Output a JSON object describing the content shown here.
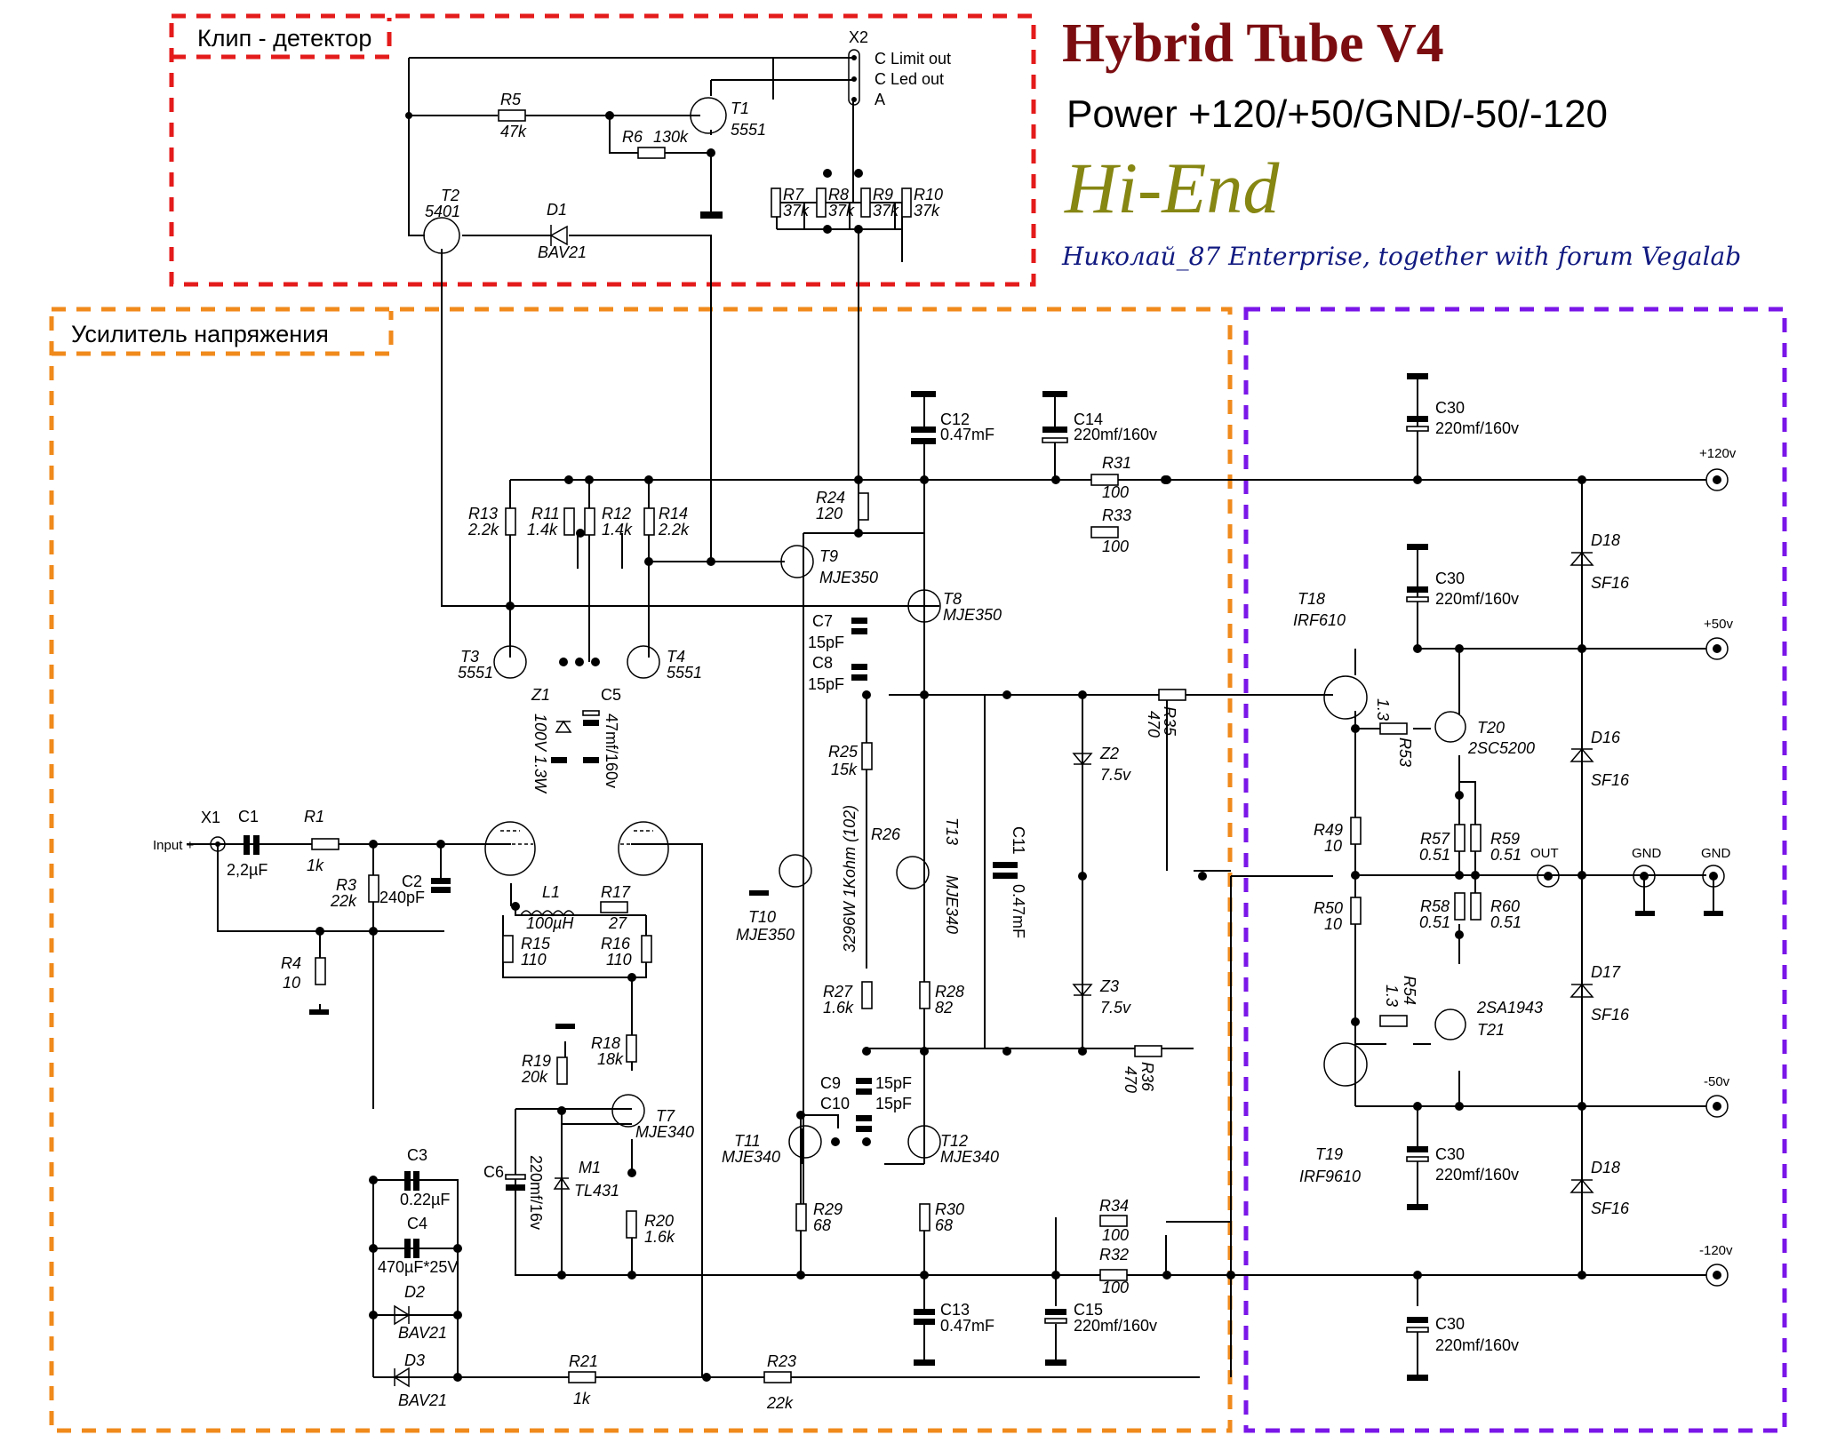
{
  "header": {
    "title": "Hybrid Tube  V4",
    "power": "Power +120/+50/GND/-50/-120",
    "tagline": "Hi-End",
    "credit": "Николай_87 Enterprise, together with forum Vegalab"
  },
  "colors": {
    "clip_box": "#e41b1b",
    "vas_box": "#f08a1c",
    "output_box": "#7a16e8",
    "title": "#7b0c10",
    "tagline": "#868613",
    "credit": "#111a80"
  },
  "sections": {
    "clip_detector": "Клип - детектор",
    "voltage_amp": "Усилитель напряжения"
  },
  "connectors": {
    "x2": {
      "ref": "X2",
      "pins": [
        "C  Limit out",
        "C  Led out",
        "A"
      ]
    },
    "x1": {
      "ref": "X1",
      "label": "Input +"
    },
    "out": "OUT",
    "gnd1": "GND",
    "gnd2": "GND",
    "p120": "+120v",
    "p50": "+50v",
    "n50": "-50v",
    "n120": "-120v"
  },
  "components": {
    "R5": {
      "ref": "R5",
      "val": "47k"
    },
    "R6": {
      "ref": "R6",
      "val": "130k"
    },
    "T1": {
      "ref": "T1",
      "val": "5551"
    },
    "T2": {
      "ref": "T2",
      "val": "5401"
    },
    "D1": {
      "ref": "D1",
      "val": "BAV21"
    },
    "R7": {
      "ref": "R7",
      "val": "37k"
    },
    "R8": {
      "ref": "R8",
      "val": "37k"
    },
    "R9": {
      "ref": "R9",
      "val": "37k"
    },
    "R10": {
      "ref": "R10",
      "val": "37k"
    },
    "R13": {
      "ref": "R13",
      "val": "2.2k"
    },
    "R11": {
      "ref": "R11",
      "val": "1.4k"
    },
    "R12": {
      "ref": "R12",
      "val": "1.4k"
    },
    "R14": {
      "ref": "R14",
      "val": "2.2k"
    },
    "T3": {
      "ref": "T3",
      "val": "5551"
    },
    "T4": {
      "ref": "T4",
      "val": "5551"
    },
    "Z1": {
      "ref": "Z1",
      "val": "100V 1.3W"
    },
    "C5": {
      "ref": "C5",
      "val": "47mf/160v"
    },
    "C1": {
      "ref": "C1",
      "val": "2,2µF"
    },
    "R1": {
      "ref": "R1",
      "val": "1k"
    },
    "R3": {
      "ref": "R3",
      "val": "22k"
    },
    "C2": {
      "ref": "C2",
      "val": "240pF"
    },
    "R4": {
      "ref": "R4",
      "val": "10"
    },
    "L1": {
      "ref": "L1",
      "val": "100µH"
    },
    "R17": {
      "ref": "R17",
      "val": "27"
    },
    "R15": {
      "ref": "R15",
      "val": "110"
    },
    "R16": {
      "ref": "R16",
      "val": "110"
    },
    "R18": {
      "ref": "R18",
      "val": "18k"
    },
    "R19": {
      "ref": "R19",
      "val": "20k"
    },
    "T7": {
      "ref": "T7",
      "val": "MJE340"
    },
    "C6": {
      "ref": "C6",
      "val": "220mf/16v"
    },
    "M1": {
      "ref": "M1",
      "val": "TL431"
    },
    "R20": {
      "ref": "R20",
      "val": "1.6k"
    },
    "C3": {
      "ref": "C3",
      "val": "0.22µF"
    },
    "C4": {
      "ref": "C4",
      "val": "470µF*25V"
    },
    "D2": {
      "ref": "D2",
      "val": "BAV21"
    },
    "D3": {
      "ref": "D3",
      "val": "BAV21"
    },
    "R21": {
      "ref": "R21",
      "val": "1k"
    },
    "R23": {
      "ref": "R23",
      "val": "22k"
    },
    "C12": {
      "ref": "C12",
      "val": "0.47mF"
    },
    "C14": {
      "ref": "C14",
      "val": "220mf/160v"
    },
    "R31": {
      "ref": "R31",
      "val": "100"
    },
    "R33": {
      "ref": "R33",
      "val": "100"
    },
    "R24": {
      "ref": "R24",
      "val": "120"
    },
    "T9": {
      "ref": "T9",
      "val": "MJE350"
    },
    "T8": {
      "ref": "T8",
      "val": "MJE350"
    },
    "C7": {
      "ref": "C7",
      "val": "15pF"
    },
    "C8": {
      "ref": "C8",
      "val": "15pF"
    },
    "R25": {
      "ref": "R25",
      "val": "15k"
    },
    "R26": {
      "ref": "R26",
      "val": "3296W 1Kohm (102)"
    },
    "T13": {
      "ref": "T13",
      "val": "MJE340"
    },
    "T10": {
      "ref": "T10",
      "val": "MJE350"
    },
    "R27": {
      "ref": "R27",
      "val": "1.6k"
    },
    "R28": {
      "ref": "R28",
      "val": "82"
    },
    "C11": {
      "ref": "C11",
      "val": "0.47mF"
    },
    "Z2": {
      "ref": "Z2",
      "val": "7.5v"
    },
    "Z3": {
      "ref": "Z3",
      "val": "7.5v"
    },
    "R35": {
      "ref": "R35",
      "val": "470"
    },
    "R36": {
      "ref": "R36",
      "val": "470"
    },
    "C9": {
      "ref": "C9",
      "val": "15pF"
    },
    "C10": {
      "ref": "C10",
      "val": "15pF"
    },
    "T11": {
      "ref": "T11",
      "val": "MJE340"
    },
    "T12": {
      "ref": "T12",
      "val": "MJE340"
    },
    "R29": {
      "ref": "R29",
      "val": "68"
    },
    "R30": {
      "ref": "R30",
      "val": "68"
    },
    "R34": {
      "ref": "R34",
      "val": "100"
    },
    "R32": {
      "ref": "R32",
      "val": "100"
    },
    "C13": {
      "ref": "C13",
      "val": "0.47mF"
    },
    "C15": {
      "ref": "C15",
      "val": "220mf/160v"
    },
    "C30a": {
      "ref": "C30",
      "val": "220mf/160v"
    },
    "C30b": {
      "ref": "C30",
      "val": "220mf/160v"
    },
    "C30c": {
      "ref": "C30",
      "val": "220mf/160v"
    },
    "C30d": {
      "ref": "C30",
      "val": "220mf/160v"
    },
    "T18": {
      "ref": "T18",
      "val": "IRF610"
    },
    "T19": {
      "ref": "T19",
      "val": "IRF9610"
    },
    "T20": {
      "ref": "T20",
      "val": "2SC5200"
    },
    "T21": {
      "ref": "T21",
      "val": "2SA1943"
    },
    "R53": {
      "ref": "R53",
      "val": "1.3"
    },
    "R54": {
      "ref": "R54",
      "val": "1.3"
    },
    "R49": {
      "ref": "R49",
      "val": "10"
    },
    "R50": {
      "ref": "R50",
      "val": "10"
    },
    "R57": {
      "ref": "R57",
      "val": "0.51"
    },
    "R59": {
      "ref": "R59",
      "val": "0.51"
    },
    "R58": {
      "ref": "R58",
      "val": "0.51"
    },
    "R60": {
      "ref": "R60",
      "val": "0.51"
    },
    "D18a": {
      "ref": "D18",
      "val": "SF16"
    },
    "D16": {
      "ref": "D16",
      "val": "SF16"
    },
    "D17": {
      "ref": "D17",
      "val": "SF16"
    },
    "D18b": {
      "ref": "D18",
      "val": "SF16"
    }
  }
}
